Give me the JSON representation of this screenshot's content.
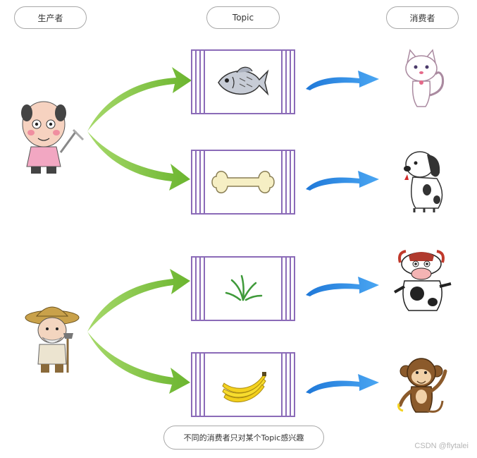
{
  "headers": {
    "producers": "生产者",
    "topic": "Topic",
    "consumers": "消费者"
  },
  "caption": "不同的消费者只对某个Topic感兴趣",
  "watermark": "CSDN @flytalei",
  "colors": {
    "topic_frame": "#8b6bb8",
    "producer_arrow": "#7dc142",
    "consumer_arrow": "#2f8fe8",
    "pill_border": "#a8a8a8"
  },
  "producers": [
    {
      "name": "old-man-producer-icon"
    },
    {
      "name": "farmer-producer-icon"
    }
  ],
  "topics": [
    {
      "name": "fish-topic-icon"
    },
    {
      "name": "bone-topic-icon"
    },
    {
      "name": "grass-topic-icon"
    },
    {
      "name": "banana-topic-icon"
    }
  ],
  "consumers": [
    {
      "name": "cat-consumer-icon"
    },
    {
      "name": "dog-consumer-icon"
    },
    {
      "name": "cow-consumer-icon"
    },
    {
      "name": "monkey-consumer-icon"
    }
  ]
}
